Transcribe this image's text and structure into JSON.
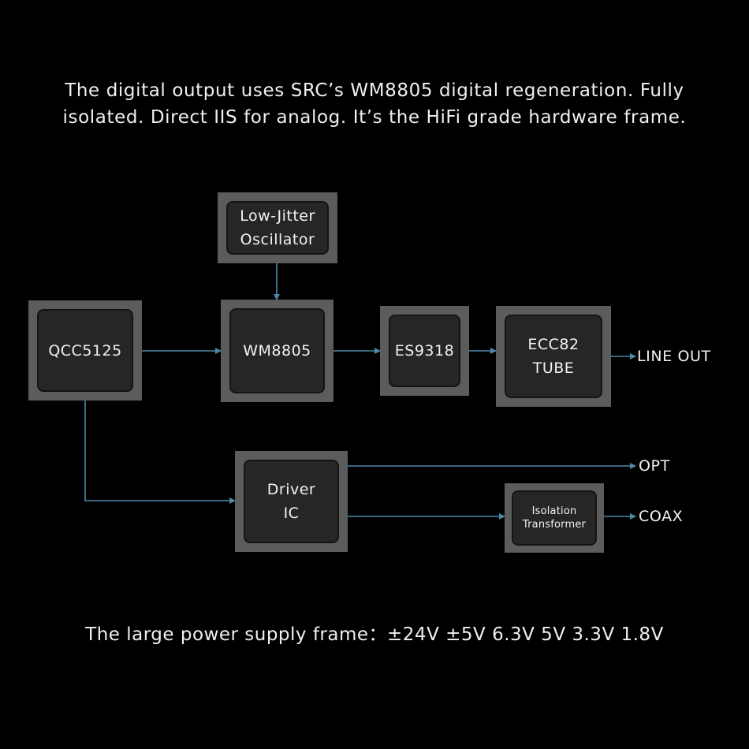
{
  "header": {
    "line1": "The digital output uses SRC’s WM8805 digital regeneration. Fully",
    "line2": "isolated. Direct IIS for analog. It’s the HiFi grade hardware frame."
  },
  "blocks": {
    "oscillator": "Low-Jitter\nOscillator",
    "qcc": "QCC5125",
    "wm8805": "WM8805",
    "es9318": "ES9318",
    "tube": "ECC82\nTUBE",
    "driver": "Driver\nIC",
    "isolation": "Isolation\nTransformer"
  },
  "outputs": {
    "line_out": "LINE OUT",
    "opt": "OPT",
    "coax": "COAX"
  },
  "footer": {
    "text": "The large power supply frame：±24V ±5V 6.3V 5V 3.3V 1.8V"
  },
  "colors": {
    "background": "#000000",
    "chip_border": "#5c5c5c",
    "chip_core": "#262626",
    "connector": "#4f87ab",
    "text": "#f2f2f2"
  }
}
